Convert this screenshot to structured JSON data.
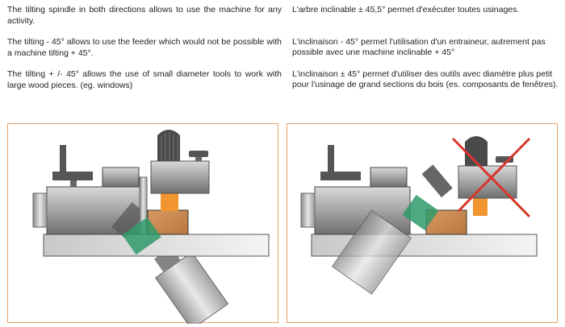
{
  "english": [
    "The tilting spindle in both directions allows to use the machine for any activity.",
    "The tilting - 45° allows to use the feeder which would not be possible with a machine tilting + 45°.",
    "The tilting + /- 45° allows the use of small diameter tools to work with large wood pieces. (eg. windows)"
  ],
  "french": [
    "L'arbre inclinable ± 45,5° permet d'exécuter toutes usinages.",
    "L'inclinaison - 45° permet l'utilisation d'un entraineur, autrement pas possible avec une machine inclinable + 45°",
    "L'inclinaison ± 45° permet d'utiliser des outils avec diamètre plus petit pour l'usinage de grand sections du bois (es. composants de fenêtres)."
  ],
  "colors": {
    "border": "#e3a26a",
    "cross": "#d9362b",
    "tool": "#2f9a6a",
    "wood": "#c98a55",
    "spindle": "#f0952f"
  }
}
